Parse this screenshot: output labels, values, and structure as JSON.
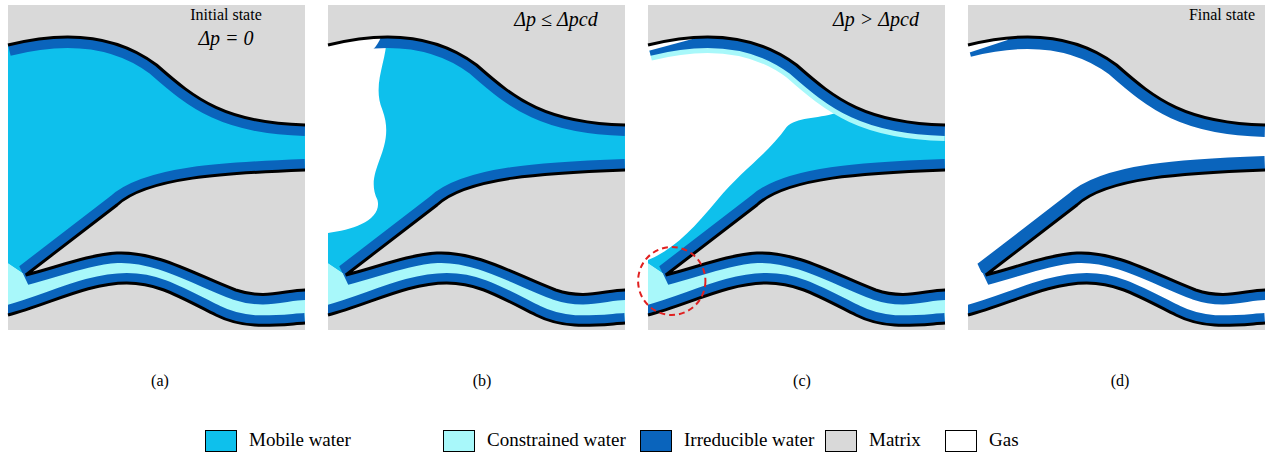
{
  "diagram": {
    "labels": [
      "Initial state",
      "Δp = 0",
      "Δp ≤ Δpcd",
      "Δp > Δpcd",
      "Final state",
      "(a)",
      "(b)",
      "(c)",
      "(d)"
    ],
    "legend": [
      {
        "text": "Mobile water",
        "color": "#0ec0ec"
      },
      {
        "text": "Constrained water",
        "color": "#a8f8fa"
      },
      {
        "text": "Irreducible water",
        "color": "#0a64bc"
      },
      {
        "text": "Matrix",
        "color": "#d9d9d9"
      },
      {
        "text": "Gas",
        "color": "#ffffff"
      }
    ]
  }
}
